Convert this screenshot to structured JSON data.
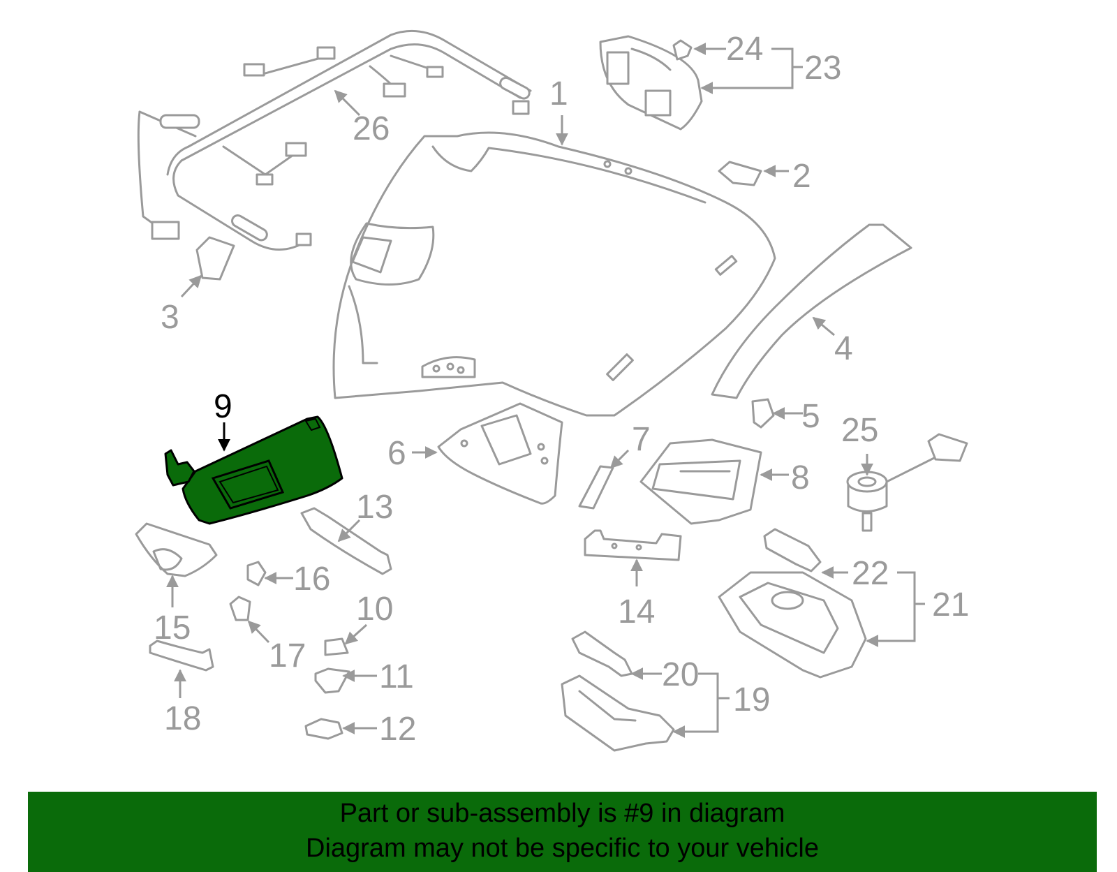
{
  "diagram": {
    "highlight_color": "#0a6b0a",
    "line_color": "#9a9a9a",
    "highlighted_part": "9",
    "callouts": [
      "1",
      "2",
      "3",
      "4",
      "5",
      "6",
      "7",
      "8",
      "9",
      "10",
      "11",
      "12",
      "13",
      "14",
      "15",
      "16",
      "17",
      "18",
      "19",
      "20",
      "21",
      "22",
      "23",
      "24",
      "25",
      "26"
    ]
  },
  "banner": {
    "line1": "Part or sub-assembly is #9 in diagram",
    "line2": "Diagram may not be specific to your vehicle"
  }
}
